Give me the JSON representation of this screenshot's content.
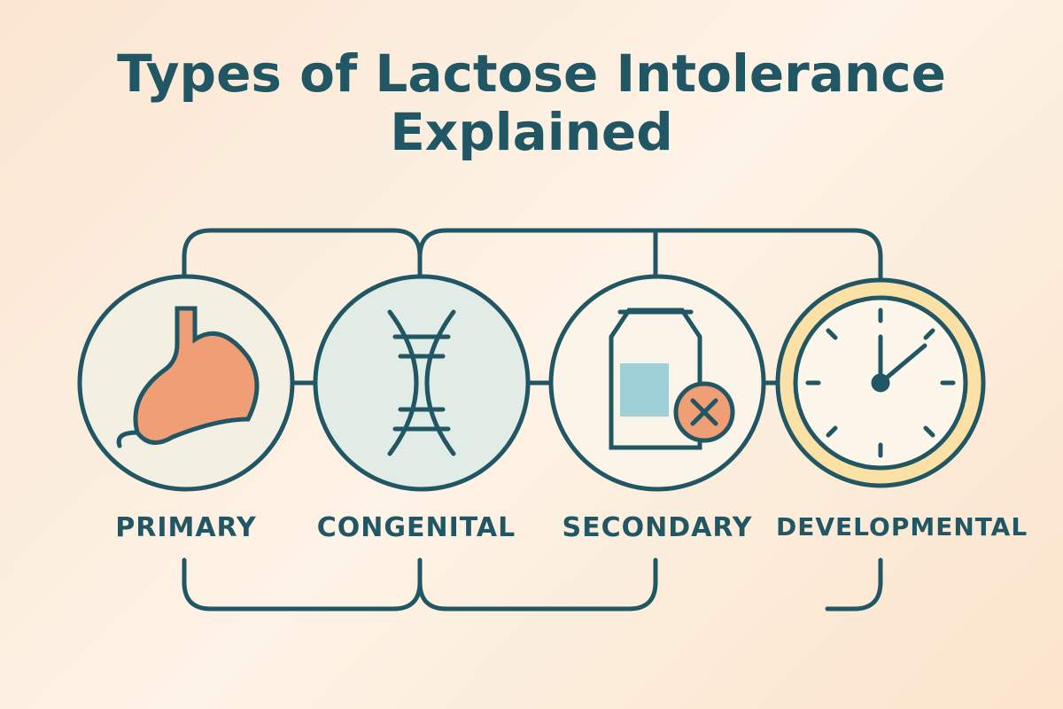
{
  "title": {
    "line1": "Types of Lactose Intolerance",
    "line2": "Explained"
  },
  "types": [
    {
      "label": "PRIMARY",
      "icon": "stomach-icon"
    },
    {
      "label": "CONGENITAL",
      "icon": "dna-icon"
    },
    {
      "label": "SECONDARY",
      "icon": "milk-carton-no-icon"
    },
    {
      "label": "DEVELOPMENTAL",
      "icon": "clock-icon"
    }
  ],
  "colors": {
    "stroke": "#215664",
    "orange": "#ef9e76",
    "blue": "#9fd0d8",
    "yellow": "#fbe1a6"
  }
}
